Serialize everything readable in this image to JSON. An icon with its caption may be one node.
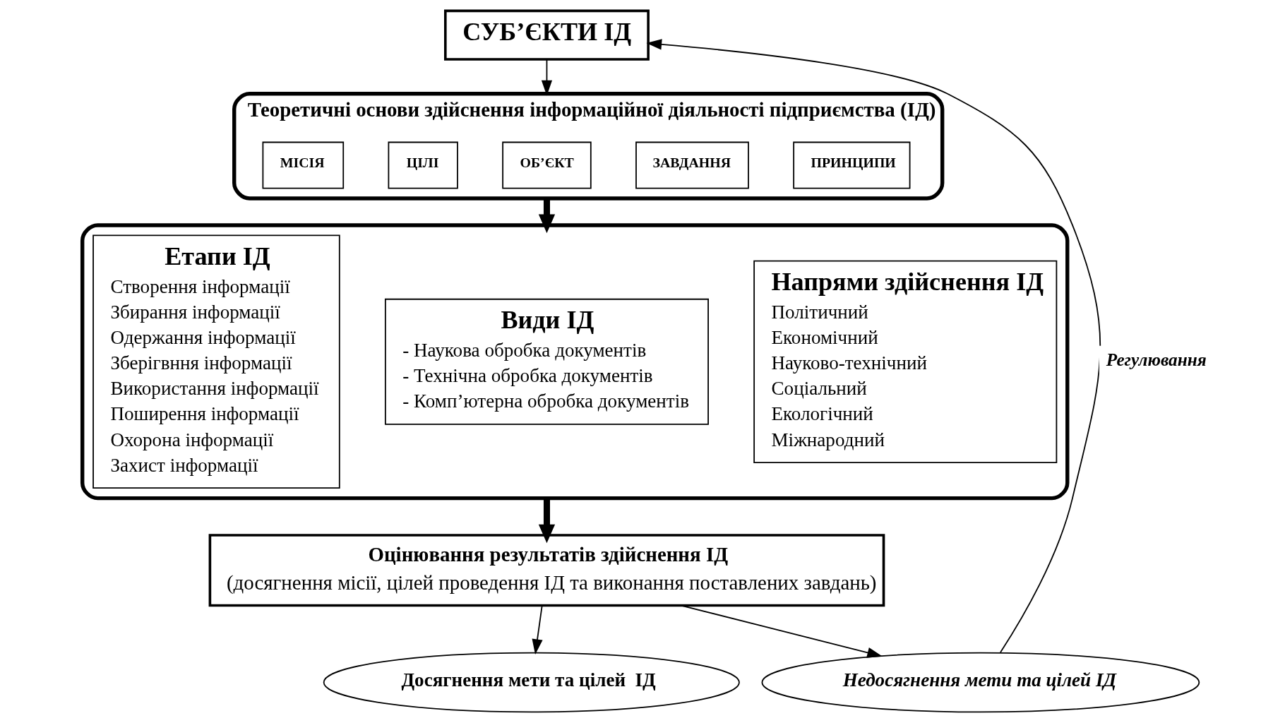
{
  "diagram": {
    "nodes": [
      {
        "text": [
          "СУБ’ЄКТИ ІД"
        ]
      },
      {
        "text": [
          "Теоретичні основи здійснення інформаційної діяльності підприємства (ІД)"
        ]
      },
      {
        "text": [
          "МІСІЯ"
        ],
        "in": 1
      },
      {
        "text": [
          "ЦІЛІ"
        ],
        "in": 1
      },
      {
        "text": [
          "ОБ’ЄКТ"
        ],
        "in": 1
      },
      {
        "text": [
          "ЗАВДАННЯ"
        ],
        "in": 1
      },
      {
        "text": [
          "ПРИНЦИПИ"
        ],
        "in": 1
      },
      {
        "text": [],
        "shape": "box"
      },
      {
        "text": [
          "Етапи ІД",
          "Створення інформації",
          "Збирання інформації",
          "Одержання інформації",
          "Зберігвння інформації",
          "Використання інформації",
          "Поширення інформації",
          "Охорона інформації",
          "Захист інформації"
        ],
        "in": 7
      },
      {
        "text": [
          "Види ІД",
          "- Наукова обробка документів",
          "- Технічна обробка документів",
          "- Комп’ютерна обробка документів"
        ],
        "in": 7
      },
      {
        "text": [
          "Напрями здійснення ІД",
          "Політичний",
          "Економічний",
          "Науково-технічний",
          "Соціальний",
          "Екологічний",
          "Міжнародний"
        ],
        "in": 7
      },
      {
        "text": [
          "Оцінювання результатів здійснення ІД",
          "(досягнення місії, цілей проведення ІД та виконання поставлених завдань)"
        ]
      },
      {
        "text": [
          "Досягнення мети та цілей  ІД"
        ]
      },
      {
        "text": [
          "Недосягнення мети та цілей ІД"
        ]
      }
    ],
    "edges": [
      {
        "from": 0,
        "to": 1,
        "arrow": "to"
      },
      {
        "from": 1,
        "to": 7,
        "arrow": "to",
        "style": "thick"
      },
      {
        "from": 7,
        "to": 11,
        "arrow": "to",
        "style": "thick"
      },
      {
        "from": 11,
        "to": 12,
        "arrow": "to"
      },
      {
        "from": 11,
        "to": 13,
        "arrow": "to"
      },
      {
        "from": 13,
        "to": 0,
        "arrow": "to",
        "label": "Регулювання"
      }
    ]
  }
}
